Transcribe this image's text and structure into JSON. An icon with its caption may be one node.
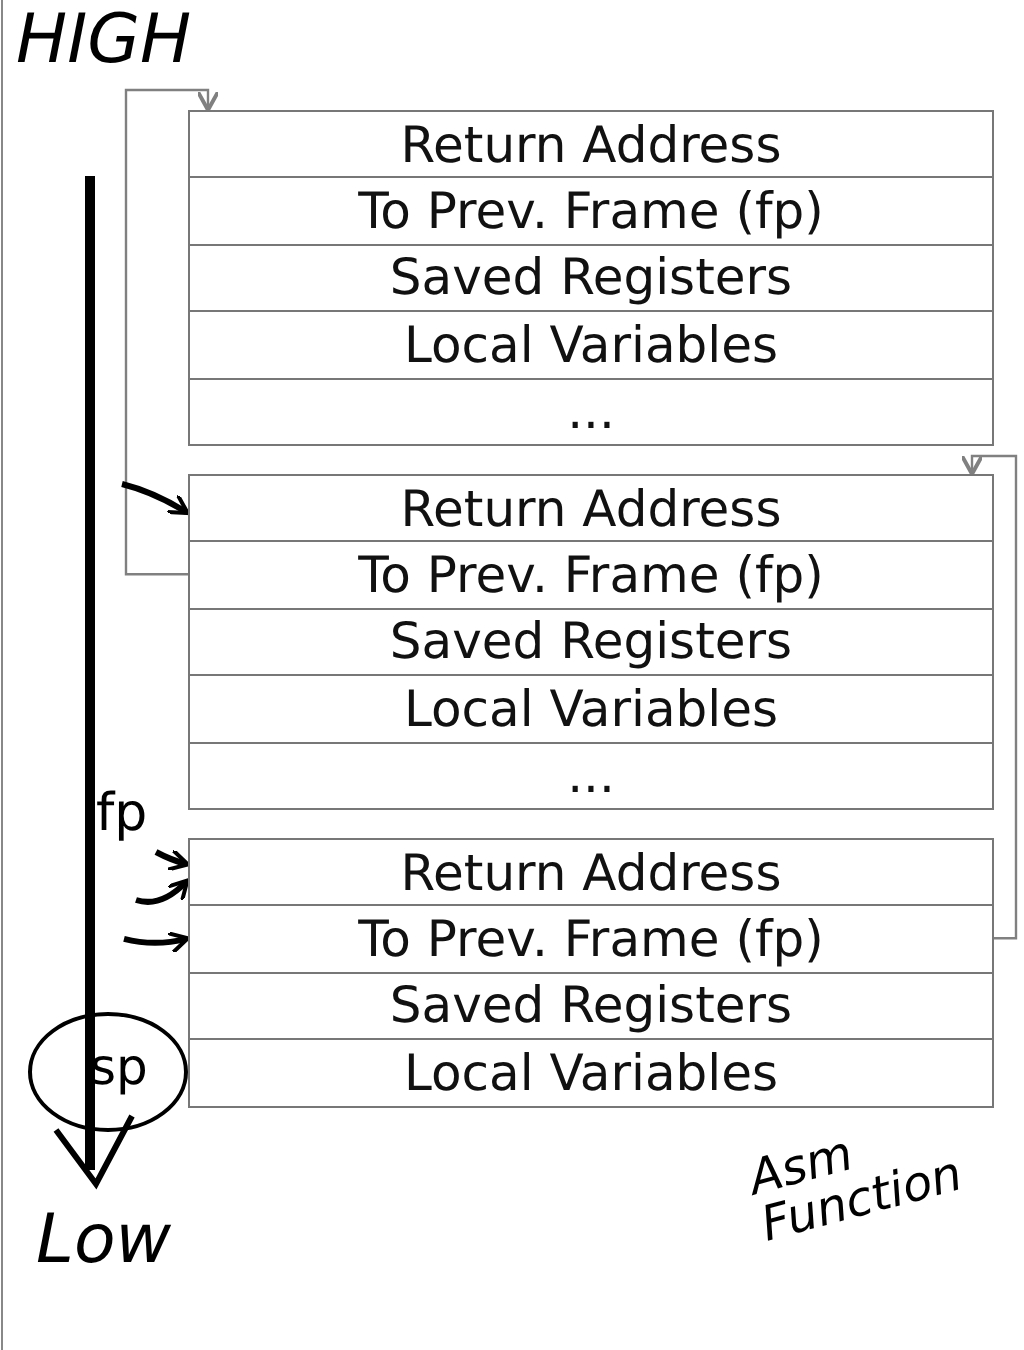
{
  "diagram": {
    "nodes": [
      {
        "text": [
          "Return Address"
        ]
      },
      {
        "text": [
          "To Prev. Frame (fp)"
        ]
      },
      {
        "text": [
          "Saved Registers"
        ]
      },
      {
        "text": [
          "Local Variables"
        ]
      },
      {
        "text": [
          "..."
        ]
      },
      {
        "text": [
          "Return Address"
        ]
      },
      {
        "text": [
          "To Prev. Frame (fp)"
        ]
      },
      {
        "text": [
          "Saved Registers"
        ]
      },
      {
        "text": [
          "Local Variables"
        ]
      },
      {
        "text": [
          "..."
        ]
      },
      {
        "text": [
          "Return Address"
        ]
      },
      {
        "text": [
          "To Prev. Frame (fp)"
        ]
      },
      {
        "text": [
          "Saved Registers"
        ]
      },
      {
        "text": [
          "Local Variables"
        ]
      },
      {
        "text": [
          "fp"
        ]
      },
      {
        "text": [
          "sp"
        ]
      }
    ],
    "edges": [
      {
        "from": 6,
        "to": 0,
        "arrow": "to",
        "color": "#808080"
      },
      {
        "from": 11,
        "to": 5,
        "arrow": "to",
        "color": "#808080"
      },
      {
        "from": null,
        "to": 5,
        "arrow": "to"
      },
      {
        "from": 14,
        "to": 10,
        "arrow": "to"
      },
      {
        "from": null,
        "to": 10,
        "arrow": "to"
      },
      {
        "from": null,
        "to": 11,
        "arrow": "to"
      }
    ],
    "labels": [
      "HIGH",
      "Low",
      "Asm Function"
    ]
  }
}
